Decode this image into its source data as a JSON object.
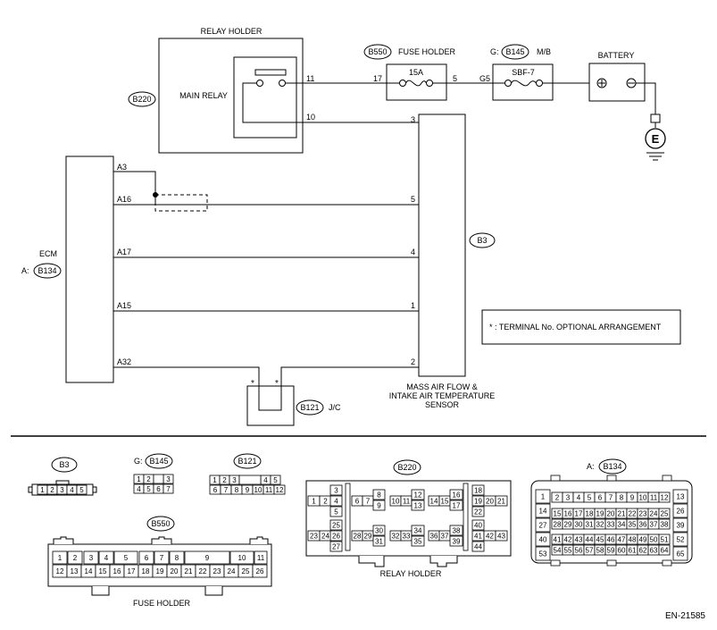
{
  "labels": {
    "relay_holder_top": "RELAY HOLDER",
    "main_relay": "MAIN RELAY",
    "b220": "B220",
    "b550": "B550",
    "fuse_holder_top": "FUSE HOLDER",
    "fuse_15a": "15A",
    "g_prefix": "G:",
    "b145": "B145",
    "mb": "M/B",
    "sbf7": "SBF-7",
    "battery": "BATTERY",
    "ground": "E",
    "ecm": "ECM",
    "a_prefix": "A:",
    "b134": "B134",
    "b3": "B3",
    "sensor_l1": "MASS AIR FLOW &",
    "sensor_l2": "INTAKE AIR TEMPERATURE",
    "sensor_l3": "SENSOR",
    "b121": "B121",
    "jc": "J/C",
    "star": "*",
    "note": "* : TERMINAL No. OPTIONAL ARRANGEMENT",
    "code": "EN-21585",
    "fuse_holder_bottom": "FUSE HOLDER",
    "relay_holder_bottom": "RELAY HOLDER"
  },
  "terminals": {
    "relay_11": "11",
    "relay_10": "10",
    "fuse_17": "17",
    "fuse_5": "5",
    "mb_g5": "G5",
    "ecm_a3": "A3",
    "ecm_a16": "A16",
    "ecm_a17": "A17",
    "ecm_a15": "A15",
    "ecm_a32": "A32",
    "sensor_3": "3",
    "sensor_5": "5",
    "sensor_4": "4",
    "sensor_1": "1",
    "sensor_2": "2"
  },
  "connectors": {
    "b3": [
      "1",
      "2",
      "3",
      "4",
      "5"
    ],
    "b145_top": [
      "1",
      "2",
      "3"
    ],
    "b145_bottom": [
      "4",
      "5",
      "6",
      "7"
    ],
    "b121_top": [
      "1",
      "2",
      "3",
      "4",
      "5"
    ],
    "b121_bottom": [
      "6",
      "7",
      "8",
      "9",
      "10",
      "11",
      "12"
    ],
    "b550_top": [
      "1",
      "2",
      "3",
      "4",
      "5",
      "6",
      "7",
      "8",
      "9",
      "10",
      "11"
    ],
    "b550_bottom": [
      "12",
      "13",
      "14",
      "15",
      "16",
      "17",
      "18",
      "19",
      "20",
      "21",
      "22",
      "23",
      "24",
      "25",
      "26"
    ],
    "b220": [
      "1",
      "2",
      "3",
      "4",
      "5",
      "6",
      "7",
      "8",
      "9",
      "10",
      "11",
      "12",
      "13",
      "14",
      "15",
      "16",
      "17",
      "18",
      "19",
      "20",
      "21",
      "22",
      "23",
      "24",
      "25",
      "26",
      "27",
      "28",
      "29",
      "30",
      "31",
      "32",
      "33",
      "34",
      "35",
      "36",
      "37",
      "38",
      "39",
      "40",
      "41",
      "42",
      "43",
      "44"
    ],
    "b134_left": [
      "1",
      "14",
      "27",
      "40",
      "53"
    ],
    "b134_right": [
      "13",
      "26",
      "39",
      "52",
      "65"
    ],
    "b134_row1": [
      "2",
      "3",
      "4",
      "5",
      "6",
      "7",
      "8",
      "9",
      "10",
      "11",
      "12"
    ],
    "b134_row2": [
      "15",
      "16",
      "17",
      "18",
      "19",
      "20",
      "21",
      "22",
      "23",
      "24",
      "25"
    ],
    "b134_row3": [
      "28",
      "29",
      "30",
      "31",
      "32",
      "33",
      "34",
      "35",
      "36",
      "37",
      "38"
    ],
    "b134_row4": [
      "41",
      "42",
      "43",
      "44",
      "45",
      "46",
      "47",
      "48",
      "49",
      "50",
      "51"
    ],
    "b134_row5": [
      "54",
      "55",
      "56",
      "57",
      "58",
      "59",
      "60",
      "61",
      "62",
      "63",
      "64"
    ]
  }
}
